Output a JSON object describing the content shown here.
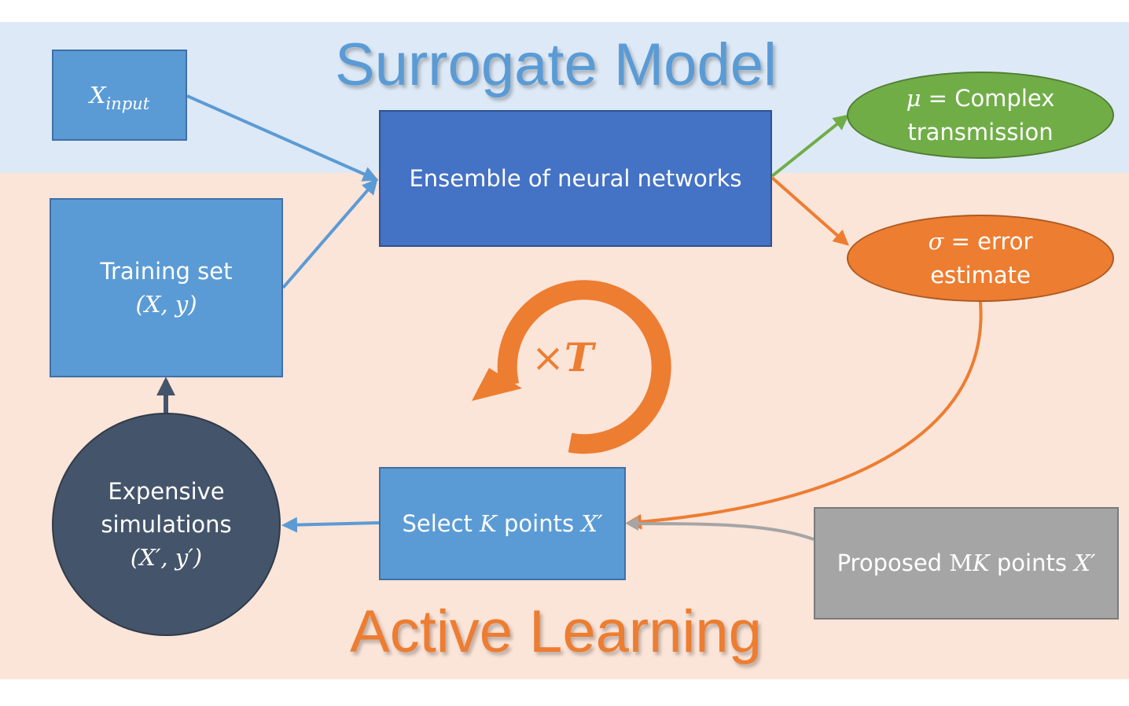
{
  "titles": {
    "top": "Surrogate Model",
    "bottom": "Active Learning"
  },
  "nodes": {
    "input": {
      "var": "X",
      "sub": "input"
    },
    "training": {
      "label": "Training set",
      "math": "(X, y)"
    },
    "ensemble": {
      "label": "Ensemble of neural networks"
    },
    "mu": {
      "symbol": "μ",
      "eq": " = Complex",
      "line2": "transmission"
    },
    "sigma": {
      "symbol": "σ",
      "eq": " = error",
      "line2": "estimate"
    },
    "select": {
      "pre": "Select ",
      "k": "K",
      "mid": " points ",
      "x": "X′"
    },
    "proposed": {
      "pre": "Proposed ",
      "m": "M",
      "k": "K",
      "mid": " points ",
      "x": "X′"
    },
    "sims": {
      "line1": "Expensive",
      "line2": "simulations",
      "math": "(X′, y′)"
    }
  },
  "loop": {
    "times": "×",
    "t": "T"
  },
  "colors": {
    "surrogate_band": "#dde9f6",
    "active_band": "#fbe4d8",
    "blue_arrow": "#5b9bd5",
    "green_arrow": "#70ad47",
    "orange_arrow": "#ed7d31",
    "gray_arrow": "#a5a5a5",
    "dark_arrow": "#44546a"
  }
}
